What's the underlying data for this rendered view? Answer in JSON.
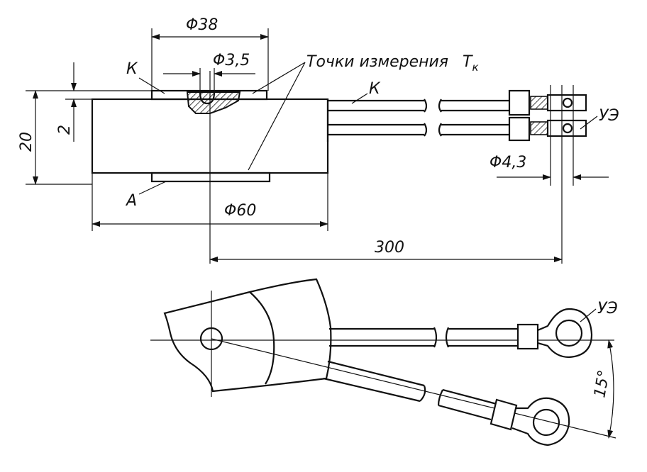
{
  "labels": {
    "d38": "Φ38",
    "d35": "Φ3,5",
    "k_top": "К",
    "measure_points": "Точки измерения",
    "tk": "Т",
    "tk_sub": "к",
    "k_wire": "К",
    "ue_top": "УЭ",
    "height_20": "20",
    "height_2": "2",
    "d43": "Φ4,3",
    "a_label": "А",
    "d60": "Φ60",
    "len_300": "300",
    "ue_bottom": "УЭ",
    "angle_15": "15°"
  }
}
